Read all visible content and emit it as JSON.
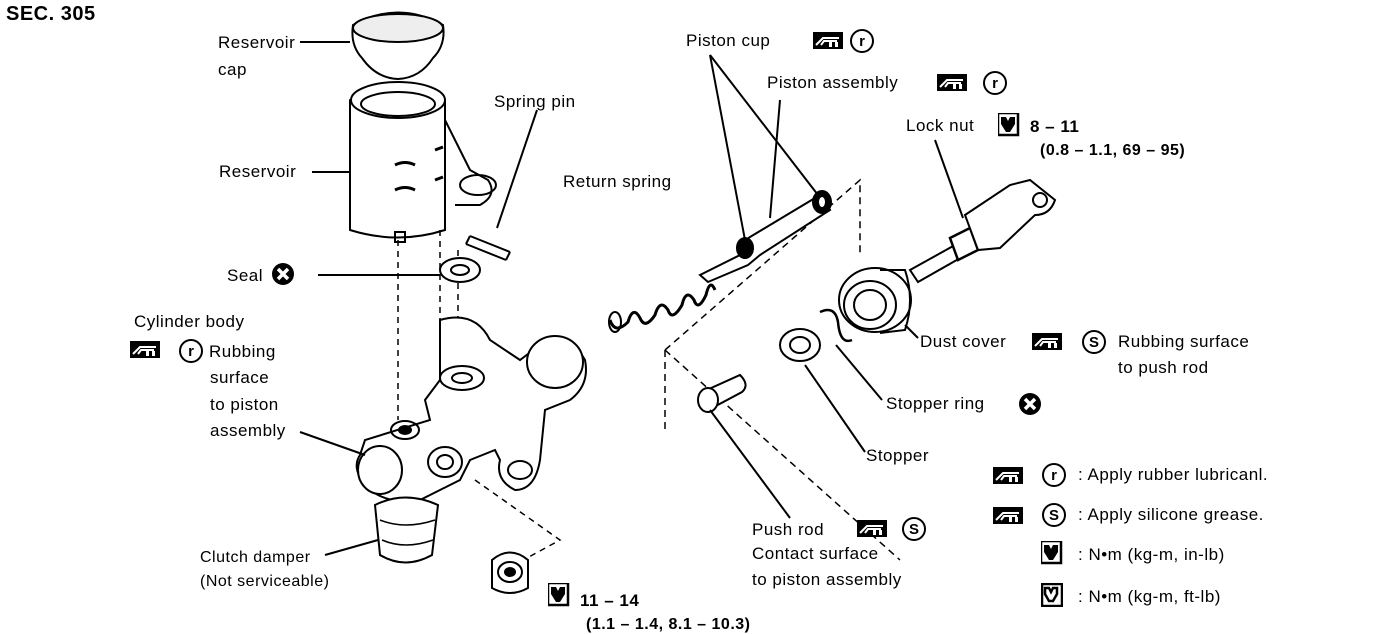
{
  "section": "SEC. 305",
  "labels": {
    "reservoir_cap_1": "Reservoir",
    "reservoir_cap_2": "cap",
    "reservoir": "Reservoir",
    "seal": "Seal",
    "spring_pin": "Spring pin",
    "cylinder_body": "Cylinder body",
    "rubbing_1": "Rubbing",
    "rubbing_2": "surface",
    "rubbing_3": "to piston",
    "rubbing_4": "assembly",
    "clutch_damper_1": "Clutch damper",
    "clutch_damper_2": "(Not serviceable)",
    "torque_bottom_1": "11 – 14",
    "torque_bottom_2": "(1.1 – 1.4, 8.1 – 10.3)",
    "piston_cup": "Piston cup",
    "piston_assembly": "Piston assembly",
    "return_spring": "Return spring",
    "lock_nut": "Lock nut",
    "torque_lock_1": "8 – 11",
    "torque_lock_2": "(0.8 – 1.1, 69 – 95)",
    "dust_cover": "Dust cover",
    "dust_rub_1": "Rubbing surface",
    "dust_rub_2": "to push rod",
    "stopper_ring": "Stopper ring",
    "stopper": "Stopper",
    "push_rod_1": "Push rod",
    "push_rod_2": "Contact surface",
    "push_rod_3": "to piston assembly"
  },
  "legend": [
    {
      "symbol": "rubber-lubricant-r",
      "text": ": Apply rubber lubricanl."
    },
    {
      "symbol": "silicone-grease-s",
      "text": ": Apply silicone grease."
    },
    {
      "symbol": "torque-wrench-in-lb",
      "text": ":  N•m (kg-m, in-lb)"
    },
    {
      "symbol": "torque-wrench-ft-lb",
      "text": ":  N•m (kg-m, ft-lb)"
    }
  ]
}
